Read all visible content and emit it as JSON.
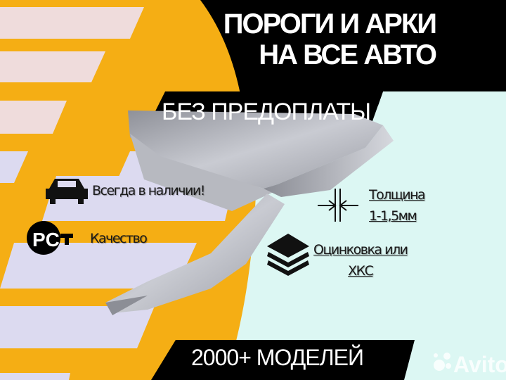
{
  "headline": {
    "line1": "ПОРОГИ И АРКИ",
    "line2": "НА ВСЕ АВТО"
  },
  "subheadline": "БЕЗ ПРЕДОПЛАТЫ",
  "features": [
    {
      "icon": "car-icon",
      "text": "Всегда в наличии!"
    },
    {
      "icon": "rst-certification-icon",
      "text": "Качество"
    },
    {
      "icon": "thickness-arrows-icon",
      "line1": "Толщина",
      "line2": "1-1,5мм"
    },
    {
      "icon": "layers-icon",
      "line1": "Оцинковка или",
      "line2": "ХКС"
    }
  ],
  "footer_band": "2000+ МОДЕЛЕЙ",
  "watermark": "Avito",
  "colors": {
    "yellow": "#f5ae14",
    "stripe": "#dcdaf0",
    "cyan": "#dcf7f3",
    "black": "#000000",
    "steel": "#a9abb3"
  }
}
